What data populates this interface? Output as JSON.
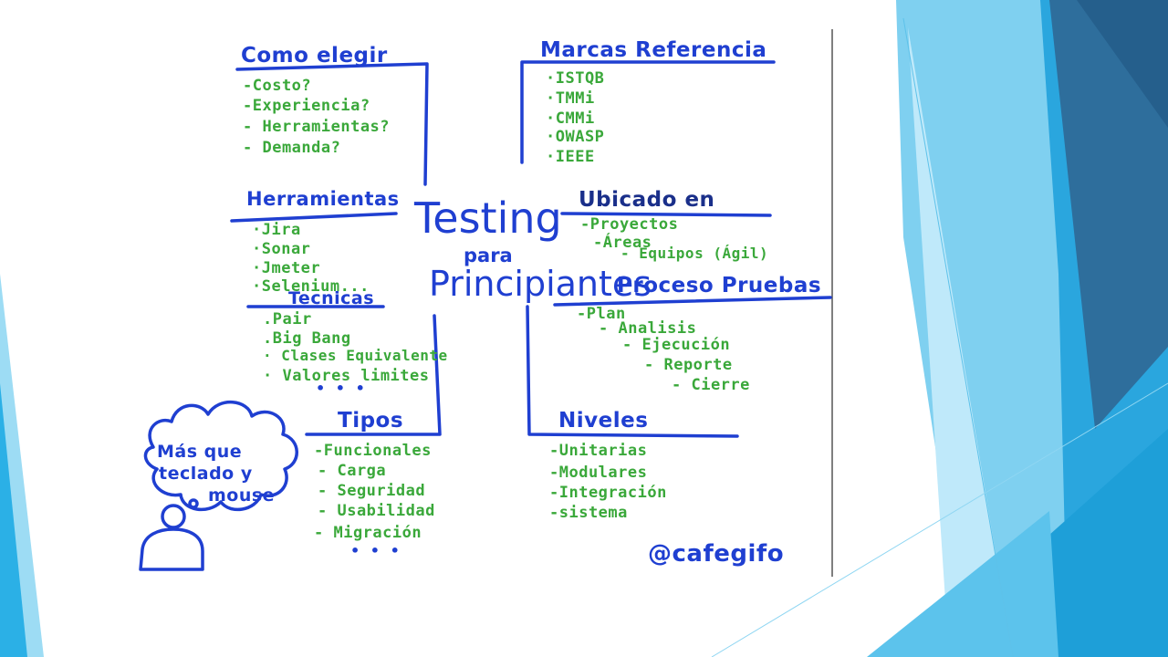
{
  "center": {
    "line1": "Testing",
    "line2": "para",
    "line3": "Principiantes"
  },
  "sections": {
    "como_elegir": {
      "title": "Como elegir",
      "items": [
        "-Costo?",
        "-Experiencia?",
        "- Herramientas?",
        "- Demanda?"
      ]
    },
    "marcas_referencia": {
      "title": "Marcas Referencia",
      "items": [
        "·ISTQB",
        "·TMMi",
        "·CMMi",
        "·OWASP",
        "·IEEE"
      ]
    },
    "herramientas": {
      "title": "Herramientas",
      "items": [
        "·Jira",
        "·Sonar",
        "·Jmeter",
        "·Selenium..."
      ]
    },
    "ubicado_en": {
      "title": "Ubicado en",
      "items": [
        "-Proyectos",
        "-Áreas",
        "- Equipos (Ágil)"
      ]
    },
    "tecnicas": {
      "title": "Tecnicas",
      "items": [
        ".Pair",
        ".Big Bang",
        "· Clases Equivalente",
        "· Valores limites"
      ],
      "more": "• • •"
    },
    "proceso_pruebas": {
      "title": "Proceso Pruebas",
      "items": [
        "-Plan",
        "- Analisis",
        "- Ejecución",
        "- Reporte",
        "- Cierre"
      ]
    },
    "tipos": {
      "title": "Tipos",
      "items": [
        "-Funcionales",
        "- Carga",
        "- Seguridad",
        "- Usabilidad",
        "- Migración"
      ],
      "more": "• • •"
    },
    "niveles": {
      "title": "Niveles",
      "items": [
        "-Unitarias",
        "-Modulares",
        "-Integración",
        "-sistema"
      ]
    }
  },
  "bubble": {
    "line1": "Más que",
    "line2": "teclado y",
    "line3": "mouse"
  },
  "handle": "@cafegifo",
  "colors": {
    "ink_blue": "#1f3fd1",
    "ink_green": "#3aa83a",
    "theme_light": "#8fd6f2",
    "theme_mid": "#2bb0e6",
    "theme_dark": "#2e6e9c"
  }
}
